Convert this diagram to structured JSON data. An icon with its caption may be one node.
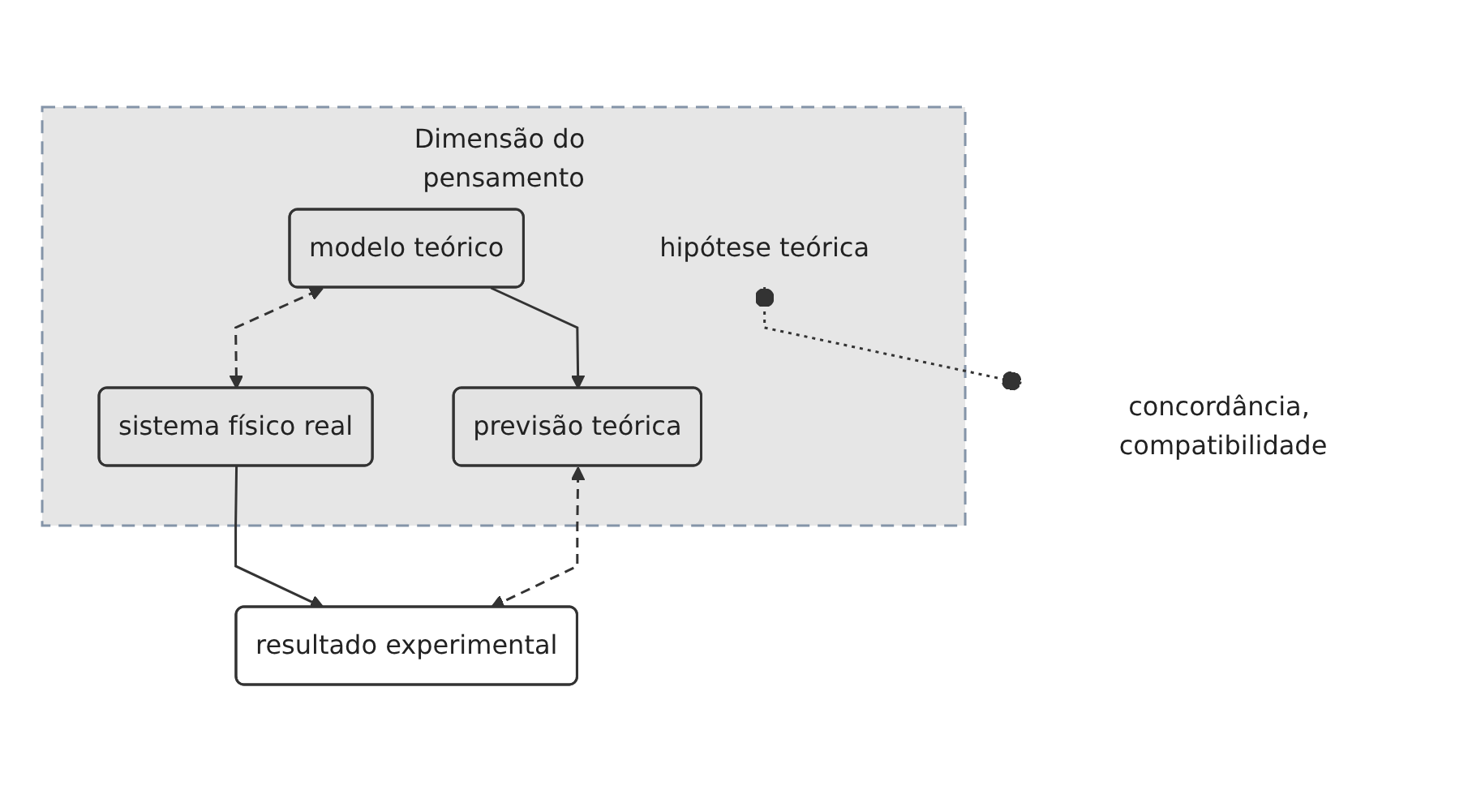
{
  "diagram": {
    "nodes": [
      {
        "text": [
          "Dimensão do pensamento"
        ]
      },
      {
        "text": [
          "modelo teórico"
        ],
        "in": 0
      },
      {
        "text": [
          "sistema físico real"
        ],
        "in": 0
      },
      {
        "text": [
          "hipótese teórica"
        ],
        "in": 0
      },
      {
        "text": [
          "previsão teórica"
        ],
        "in": 0
      },
      {
        "text": [
          "concordância, compatibilidade"
        ]
      },
      {
        "text": [
          "resultado experimental"
        ]
      }
    ],
    "edges": [
      {
        "from": 1,
        "to": 2,
        "arrow": "both",
        "style": "dashed"
      },
      {
        "from": 1,
        "to": 4,
        "arrow": "to"
      },
      {
        "from": 2,
        "to": 6,
        "arrow": "to"
      },
      {
        "from": 4,
        "to": 6,
        "arrow": "both",
        "style": "dashed"
      },
      {
        "from": 3,
        "to": 5,
        "arrow": "other",
        "style": "dashed"
      }
    ]
  }
}
